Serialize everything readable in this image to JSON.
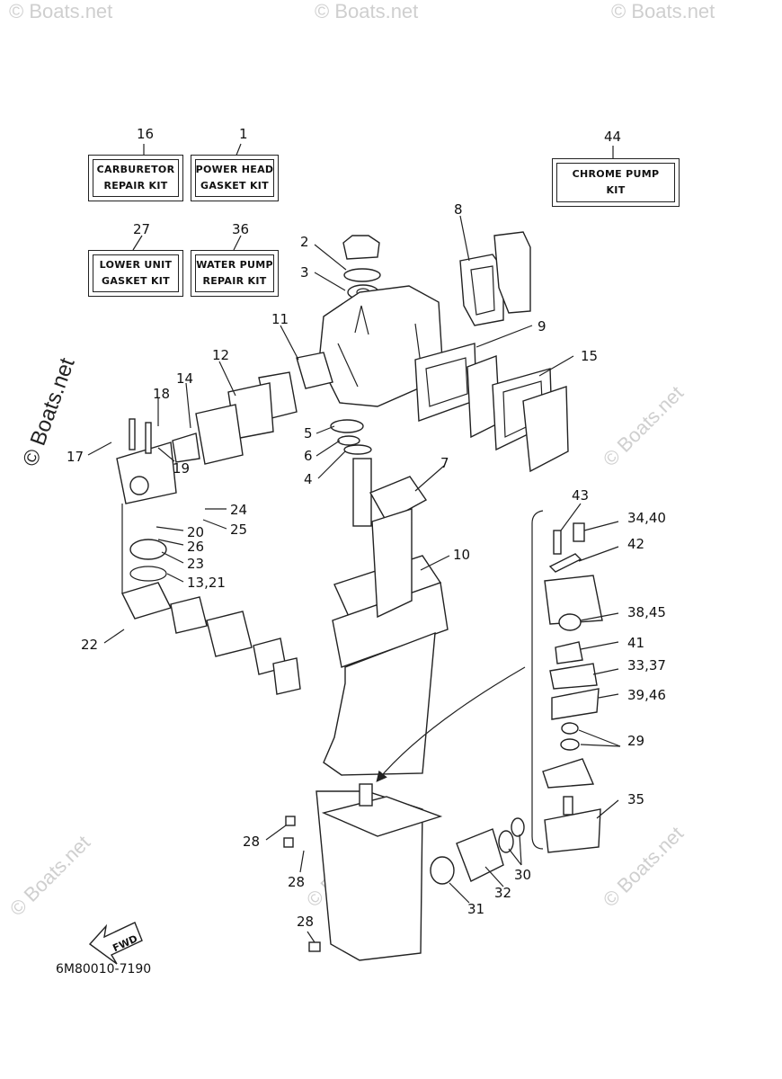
{
  "kits": {
    "carburetor": {
      "ref": "16",
      "line1": "CARBURETOR",
      "line2": "REPAIR KIT"
    },
    "power_head": {
      "ref": "1",
      "line1": "POWER HEAD",
      "line2": "GASKET KIT"
    },
    "lower_unit": {
      "ref": "27",
      "line1": "LOWER UNIT",
      "line2": "GASKET KIT"
    },
    "water_pump": {
      "ref": "36",
      "line1": "WATER PUMP",
      "line2": "REPAIR KIT"
    },
    "chrome_pump": {
      "ref": "44",
      "line1": "CHROME PUMP",
      "line2": "KIT"
    }
  },
  "callouts": {
    "c2": "2",
    "c3": "3",
    "c4": "4",
    "c5": "5",
    "c6": "6",
    "c7": "7",
    "c8": "8",
    "c9": "9",
    "c10": "10",
    "c11": "11",
    "c12": "12",
    "c13_21": "13,21",
    "c14": "14",
    "c15": "15",
    "c17": "17",
    "c18": "18",
    "c19": "19",
    "c20": "20",
    "c22": "22",
    "c23": "23",
    "c24": "24",
    "c25": "25",
    "c26": "26",
    "c28a": "28",
    "c28b": "28",
    "c28c": "28",
    "c29": "29",
    "c30": "30",
    "c31": "31",
    "c32": "32",
    "c33_37": "33,37",
    "c34_40": "34,40",
    "c35": "35",
    "c38_45": "38,45",
    "c39_46": "39,46",
    "c41": "41",
    "c42": "42",
    "c43": "43"
  },
  "fwd_label": "FWD",
  "diagram_code": "6M80010-7190",
  "watermark": "© Boats.net",
  "colors": {
    "ink": "#222222",
    "watermark": "#cfcfcf",
    "background": "#ffffff"
  }
}
